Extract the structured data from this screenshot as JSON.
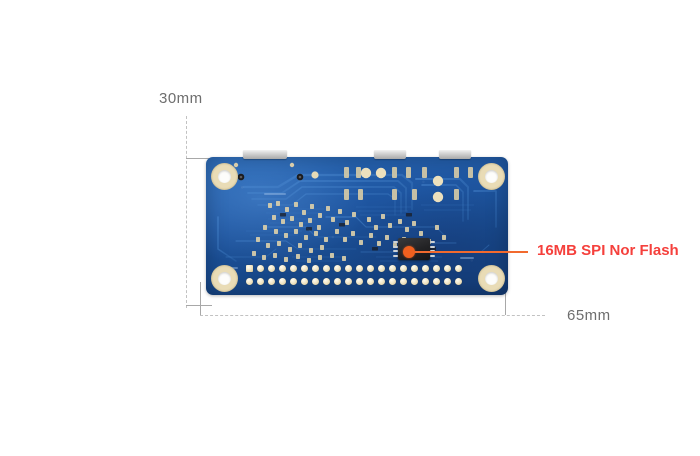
{
  "page": {
    "background_color": "#ffffff",
    "subject": "single-board-computer pcb bottom view"
  },
  "dimensions": {
    "height_label": "30mm",
    "width_label": "65mm",
    "label_color": "#6e6e6e",
    "guide_line_color": "#c2c2c2"
  },
  "callout": {
    "label": "16MB SPI Nor Flash",
    "text_color": "#f5403c",
    "line_color": "#f26a2e",
    "marker_color": "#f0601f"
  },
  "board": {
    "soldermask_color": "#1e55a0",
    "pad_color": "#efe3c0",
    "hole_ring_color": "#e9dcb6",
    "connector_color": "#cfcfcf",
    "chip_color": "#232325",
    "gpio_header": {
      "columns": 20,
      "rows": 2,
      "total_pins": 40
    },
    "mounting_holes": 4,
    "top_connectors": 3
  }
}
